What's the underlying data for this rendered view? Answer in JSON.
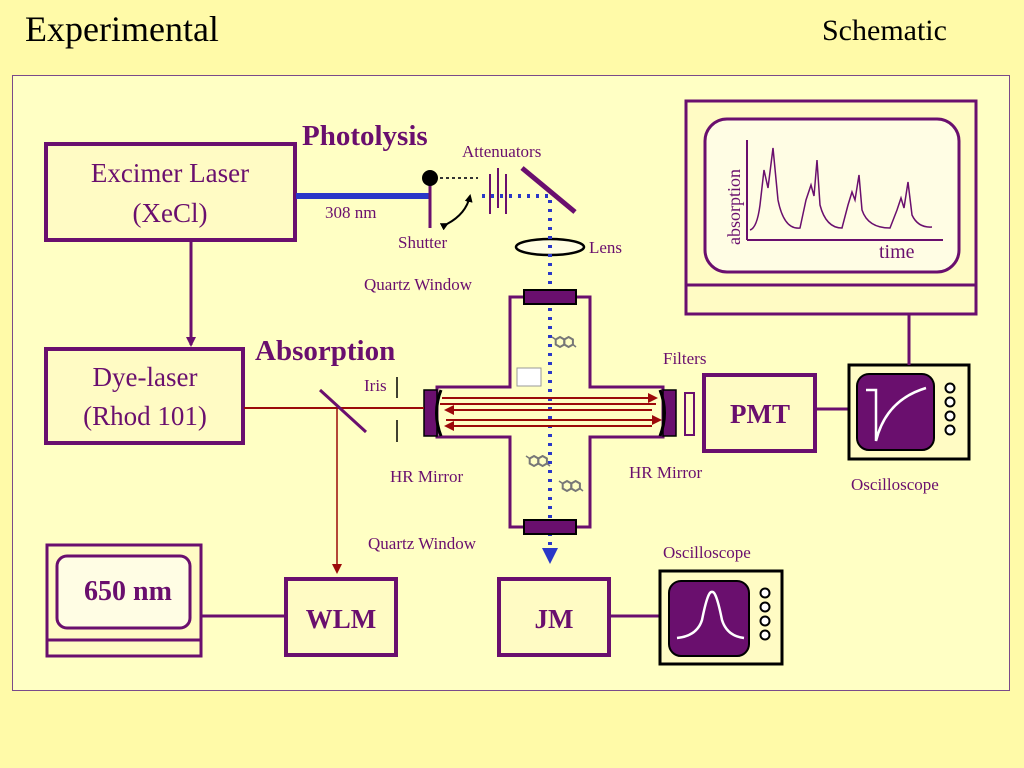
{
  "header": {
    "title": "Experimental",
    "subtitle": "Schematic"
  },
  "colors": {
    "purple": "#6a0f6e",
    "beam_blue": "#2a37c8",
    "beam_red": "#9c0a0a",
    "box_fill": "#fffbc4",
    "screen_fill": "#6a0f6e"
  },
  "boxes": {
    "excimer": [
      "Excimer Laser",
      "(XeCl)"
    ],
    "dye": [
      "Dye-laser",
      "(Rhod 101)"
    ],
    "pmt": "PMT",
    "wlm": "WLM",
    "jm": "JM",
    "readout": "650 nm"
  },
  "labels": {
    "photolysis": "Photolysis",
    "absorption": "Absorption",
    "attenuators": "Attenuators",
    "nm308": "308 nm",
    "shutter": "Shutter",
    "lens": "Lens",
    "quartz_top": "Quartz Window",
    "quartz_bottom": "Quartz Window",
    "iris": "Iris",
    "filters": "Filters",
    "hr_left": "HR Mirror",
    "hr_right": "HR Mirror",
    "osc_right": "Oscilloscope",
    "osc_bottom": "Oscilloscope"
  },
  "monitor_plot": {
    "ylabel": "absorption",
    "xlabel": "time"
  },
  "icons": [
    "molecule-icon",
    "oscilloscope-icon",
    "monitor-icon",
    "shutter-icon"
  ]
}
